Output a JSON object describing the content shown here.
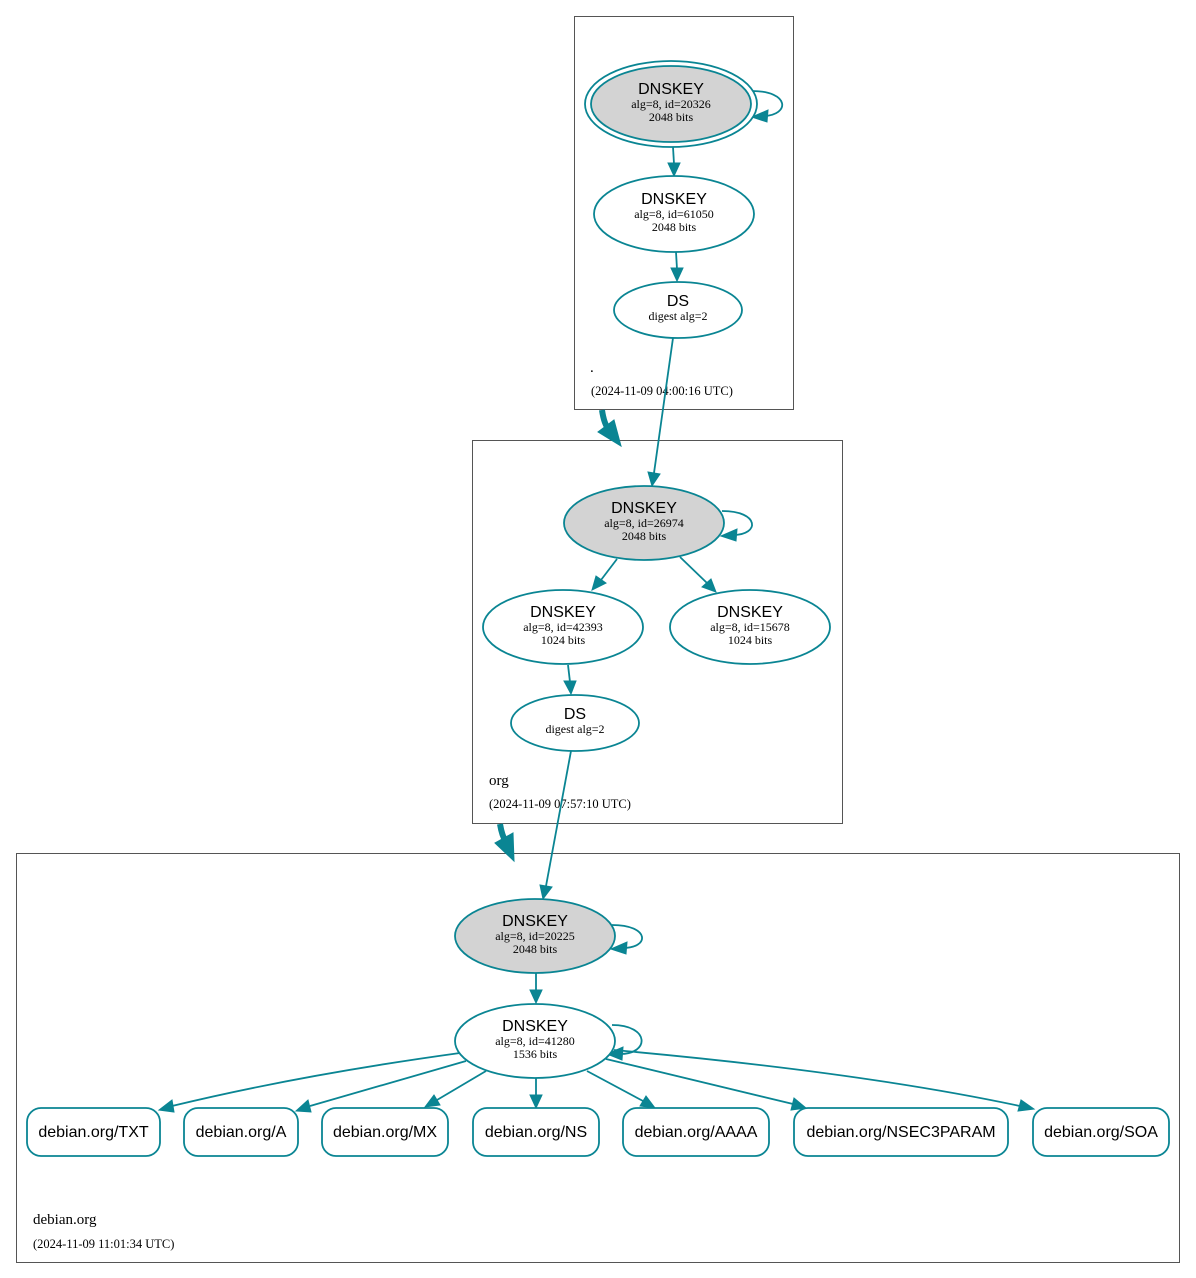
{
  "zones": {
    "root": {
      "name": ".",
      "timestamp": "(2024-11-09 04:00:16 UTC)"
    },
    "org": {
      "name": "org",
      "timestamp": "(2024-11-09 07:57:10 UTC)"
    },
    "debian": {
      "name": "debian.org",
      "timestamp": "(2024-11-09 11:01:34 UTC)"
    }
  },
  "nodes": {
    "root_ksk": {
      "title": "DNSKEY",
      "line1": "alg=8, id=20326",
      "line2": "2048 bits"
    },
    "root_zsk": {
      "title": "DNSKEY",
      "line1": "alg=8, id=61050",
      "line2": "2048 bits"
    },
    "root_ds": {
      "title": "DS",
      "line1": "digest alg=2"
    },
    "org_ksk": {
      "title": "DNSKEY",
      "line1": "alg=8, id=26974",
      "line2": "2048 bits"
    },
    "org_zsk1": {
      "title": "DNSKEY",
      "line1": "alg=8, id=42393",
      "line2": "1024 bits"
    },
    "org_zsk2": {
      "title": "DNSKEY",
      "line1": "alg=8, id=15678",
      "line2": "1024 bits"
    },
    "org_ds": {
      "title": "DS",
      "line1": "digest alg=2"
    },
    "deb_ksk": {
      "title": "DNSKEY",
      "line1": "alg=8, id=20225",
      "line2": "2048 bits"
    },
    "deb_zsk": {
      "title": "DNSKEY",
      "line1": "alg=8, id=41280",
      "line2": "1536 bits"
    }
  },
  "rrsets": [
    {
      "label": "debian.org/TXT"
    },
    {
      "label": "debian.org/A"
    },
    {
      "label": "debian.org/MX"
    },
    {
      "label": "debian.org/NS"
    },
    {
      "label": "debian.org/AAAA"
    },
    {
      "label": "debian.org/NSEC3PARAM"
    },
    {
      "label": "debian.org/SOA"
    }
  ],
  "colors": {
    "edge": "#0a8593",
    "ksk_fill": "#d3d3d3",
    "zone_border": "#555555"
  }
}
